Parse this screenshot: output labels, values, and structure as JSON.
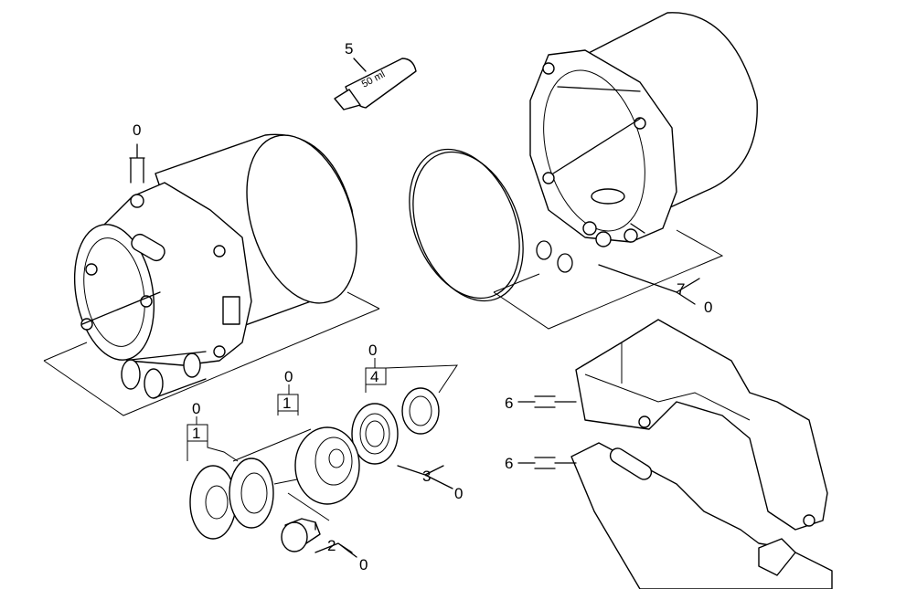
{
  "callouts": {
    "c0_motor": "0",
    "c5": "5",
    "tube_text": "50 ml",
    "c7": "7",
    "c7_sub": "0",
    "c0_seal": "0",
    "c4": "4",
    "c0_cup": "0",
    "c1_cup": "1",
    "c0_bearing": "0",
    "c1_bearing": "1",
    "c3": "3",
    "c3_sub": "0",
    "c2": "2",
    "c2_sub": "0",
    "c6_top": "6",
    "c6_bottom": "6"
  }
}
